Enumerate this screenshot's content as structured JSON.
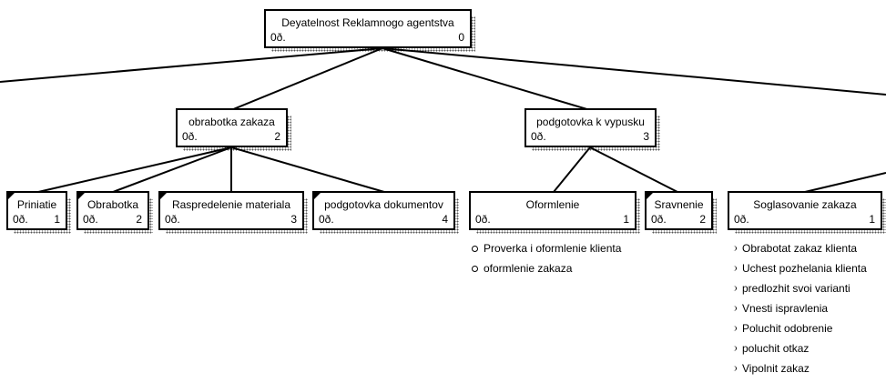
{
  "diagram": {
    "root": {
      "title": "Deyatelnost Reklamnogo agentstva",
      "owner": "0ð.",
      "num": "0"
    },
    "level1": [
      {
        "title": "obrabotka zakaza",
        "owner": "0ð.",
        "num": "2"
      },
      {
        "title": "podgotovka k vypusku",
        "owner": "0ð.",
        "num": "3"
      }
    ],
    "level2_a": [
      {
        "title": "Priniatie",
        "owner": "0ð.",
        "num": "1"
      },
      {
        "title": "Obrabotka",
        "owner": "0ð.",
        "num": "2"
      },
      {
        "title": "Raspredelenie materiala",
        "owner": "0ð.",
        "num": "3"
      },
      {
        "title": "podgotovka dokumentov",
        "owner": "0ð.",
        "num": "4"
      }
    ],
    "level2_b": [
      {
        "title": "Oformlenie",
        "owner": "0ð.",
        "num": "1"
      },
      {
        "title": "Sravnenie",
        "owner": "0ð.",
        "num": "2"
      }
    ],
    "level2_c": [
      {
        "title": "Soglasovanie zakaza",
        "owner": "0ð.",
        "num": "1"
      }
    ],
    "oformlenie_items": [
      "Proverka i oformlenie klienta",
      "oformlenie zakaza"
    ],
    "soglasovanie_items": [
      "Obrabotat zakaz klienta",
      "Uchest pozhelania klienta",
      "predlozhit svoi varianti",
      "Vnesti ispravlenia",
      "Poluchit odobrenie",
      "poluchit otkaz",
      "Vipolnit zakaz"
    ]
  }
}
